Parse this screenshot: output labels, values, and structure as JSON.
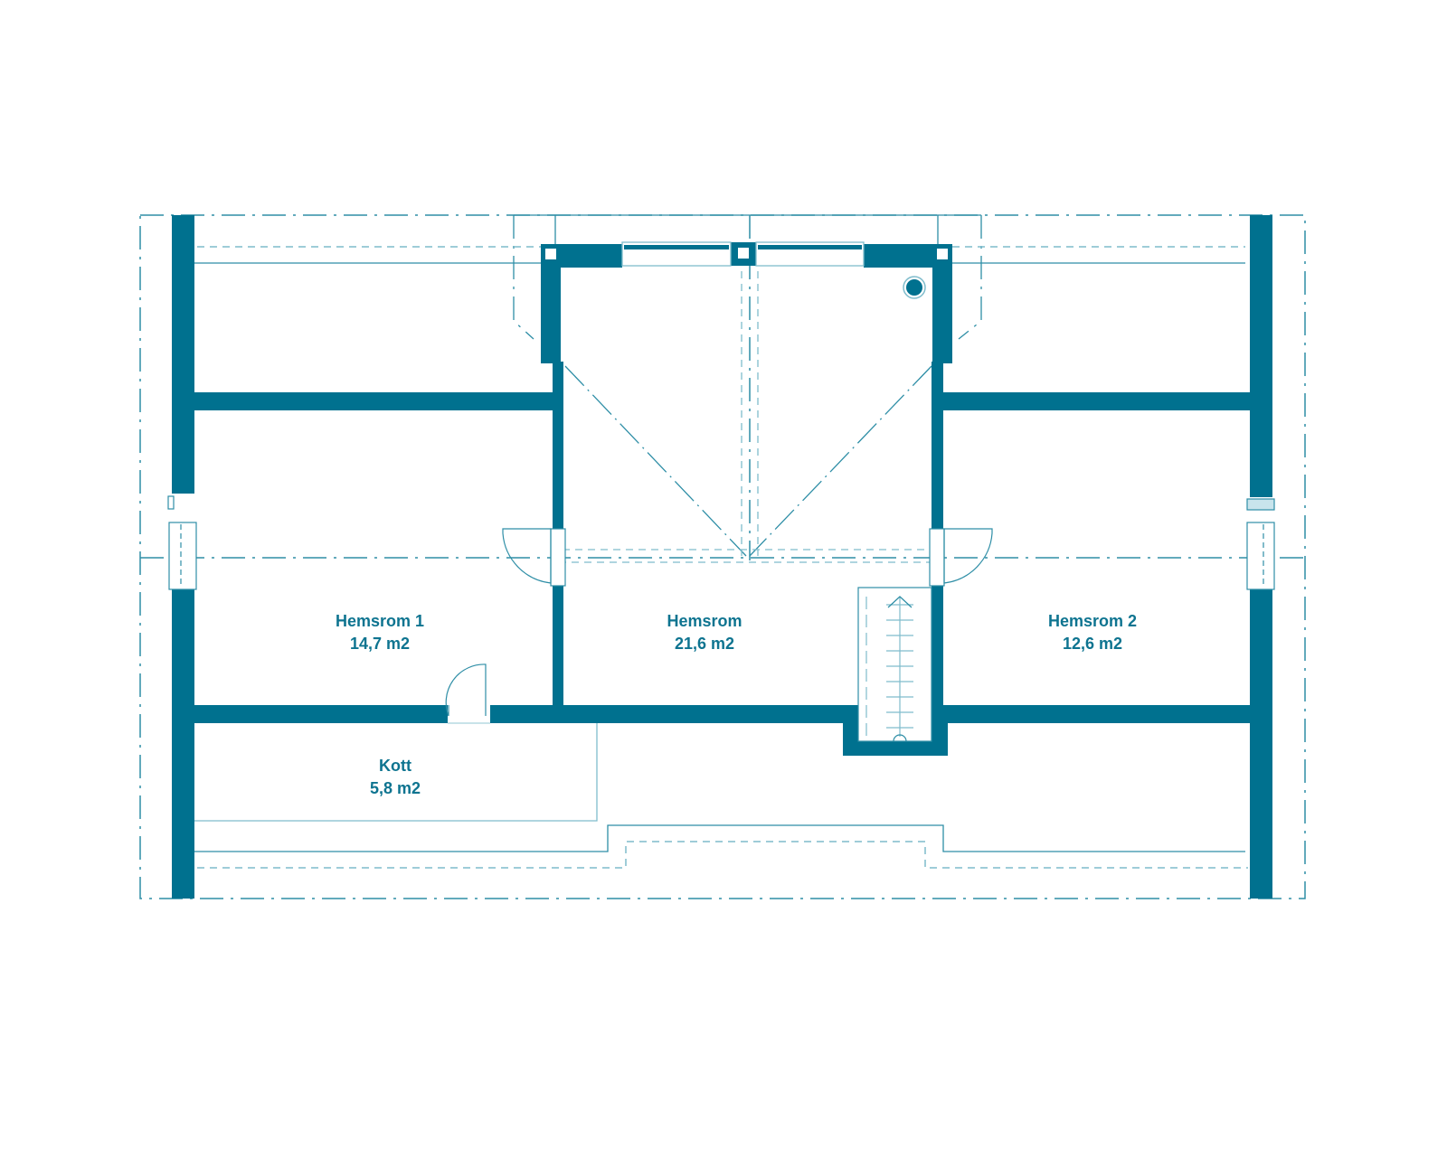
{
  "colors": {
    "wall": "#00718f",
    "line": "#2e8ea6",
    "dash": "#7fbccc",
    "label": "#0e7490",
    "background": "#ffffff"
  },
  "rooms": [
    {
      "name": "Hemsrom 1",
      "area": "14,7 m2"
    },
    {
      "name": "Hemsrom",
      "area": "21,6 m2"
    },
    {
      "name": "Hemsrom 2",
      "area": "12,6 m2"
    },
    {
      "name": "Kott",
      "area": "5,8 m2"
    }
  ],
  "symbols": {
    "chimney": "chimney-icon",
    "stairs": "stairs-icon",
    "door": "door-swing-icon",
    "window": "window-icon",
    "roof_window": "roof-window-icon"
  }
}
